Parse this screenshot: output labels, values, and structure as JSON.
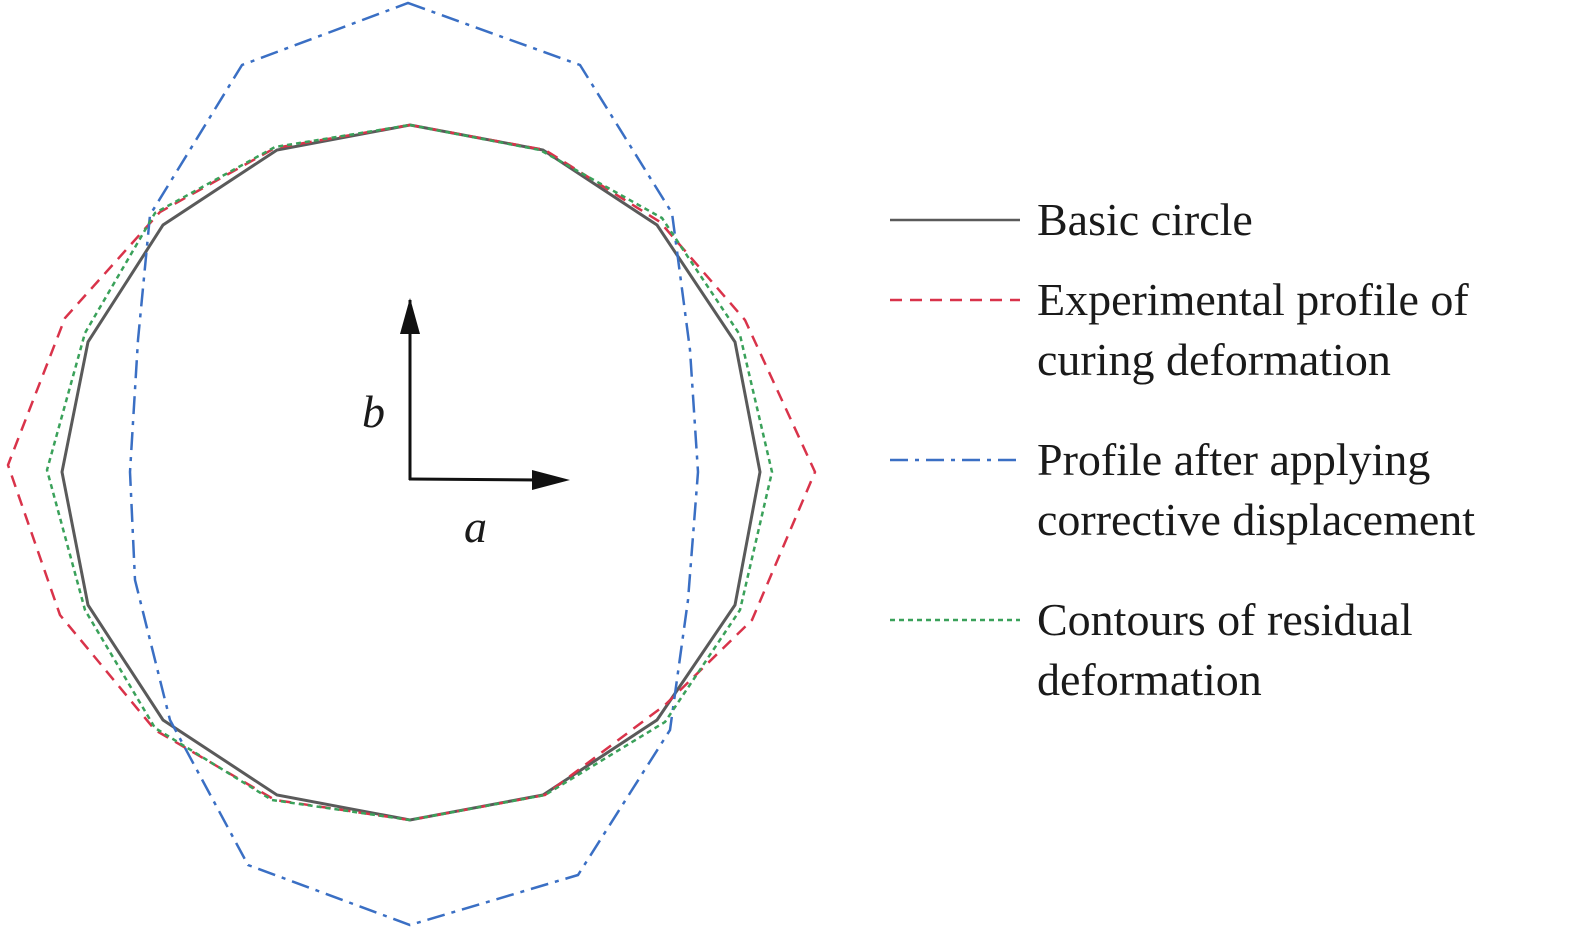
{
  "axes": {
    "a_label": "a",
    "b_label": "b"
  },
  "legend": [
    {
      "line1": "Basic circle",
      "line2": "",
      "color": "#5a5a5a",
      "style": "solid"
    },
    {
      "line1": "Experimental profile of",
      "line2": "curing deformation",
      "color": "#d9334a",
      "style": "dashed"
    },
    {
      "line1": "Profile after applying",
      "line2": "corrective displacement",
      "color": "#3a6fc4",
      "style": "dashdot"
    },
    {
      "line1": "Contours of residual",
      "line2": "deformation",
      "color": "#3aa15a",
      "style": "dotted"
    }
  ]
}
